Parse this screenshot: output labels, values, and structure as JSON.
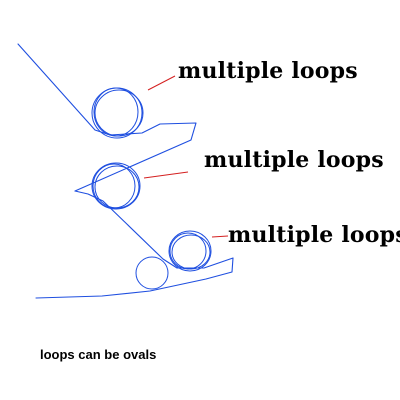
{
  "labels": [
    {
      "text": "multiple loops"
    },
    {
      "text": "multiple loops"
    },
    {
      "text": "multiple loops"
    }
  ],
  "caption": "loops can be ovals",
  "colors": {
    "track": "#1f4fe0",
    "pointer": "#d42020",
    "text": "#000000",
    "background": "#ffffff"
  }
}
